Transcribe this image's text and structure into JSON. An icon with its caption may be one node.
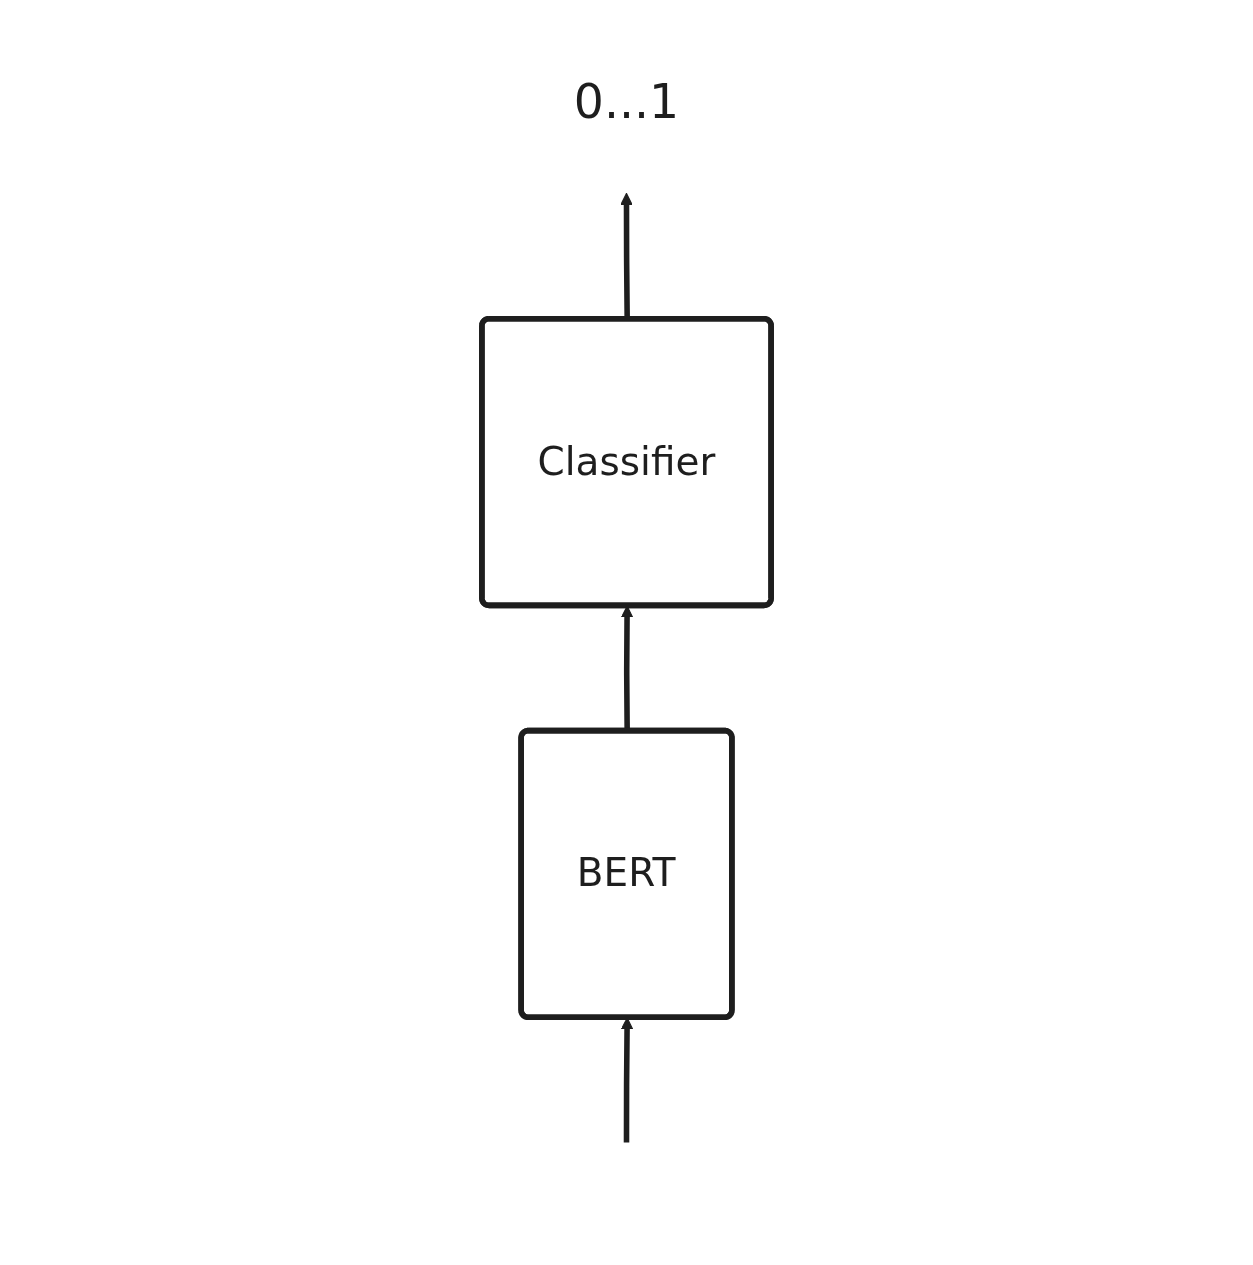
{
  "diagram": {
    "nodes": [
      {
        "text": [
          "0...1"
        ]
      },
      {
        "text": [
          "Classifier"
        ]
      },
      {
        "text": [
          "BERT"
        ]
      }
    ],
    "edges": [
      {
        "from": null,
        "to": 2,
        "arrow": "to"
      },
      {
        "from": 2,
        "to": 1,
        "arrow": "to"
      },
      {
        "from": 1,
        "to": 0,
        "arrow": "to"
      }
    ]
  }
}
